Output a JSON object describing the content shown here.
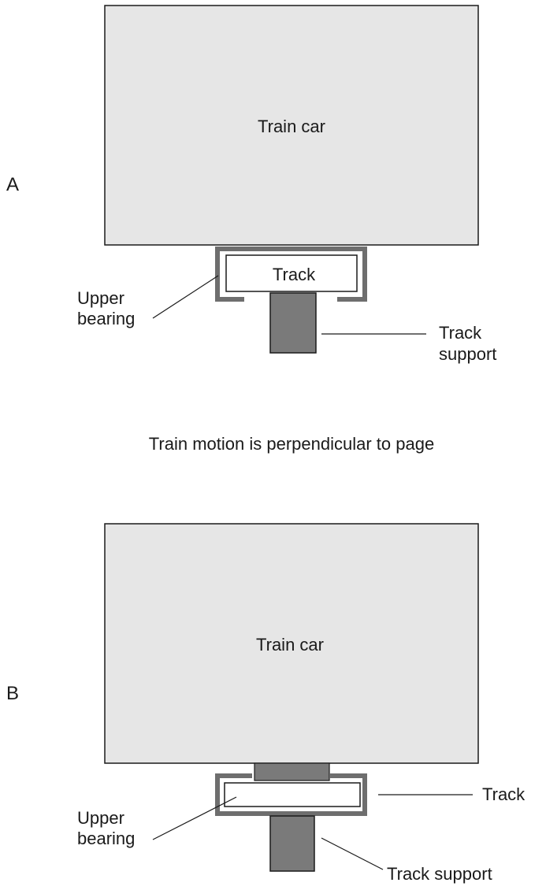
{
  "caption": "Train motion is perpendicular to page",
  "colors": {
    "car_fill": "#e6e6e6",
    "bearing": "#6e6e6e",
    "support": "#7a7a7a",
    "track_fill": "#ffffff",
    "outline": "#1a1a1a"
  },
  "panel_a": {
    "letter": "A",
    "car": "Train car",
    "track": "Track",
    "upper_bearing_1": "Upper",
    "upper_bearing_2": "bearing",
    "track_support_1": "Track",
    "track_support_2": "support"
  },
  "panel_b": {
    "letter": "B",
    "car": "Train car",
    "track": "Track",
    "upper_bearing_1": "Upper",
    "upper_bearing_2": "bearing",
    "track_support": "Track support"
  }
}
